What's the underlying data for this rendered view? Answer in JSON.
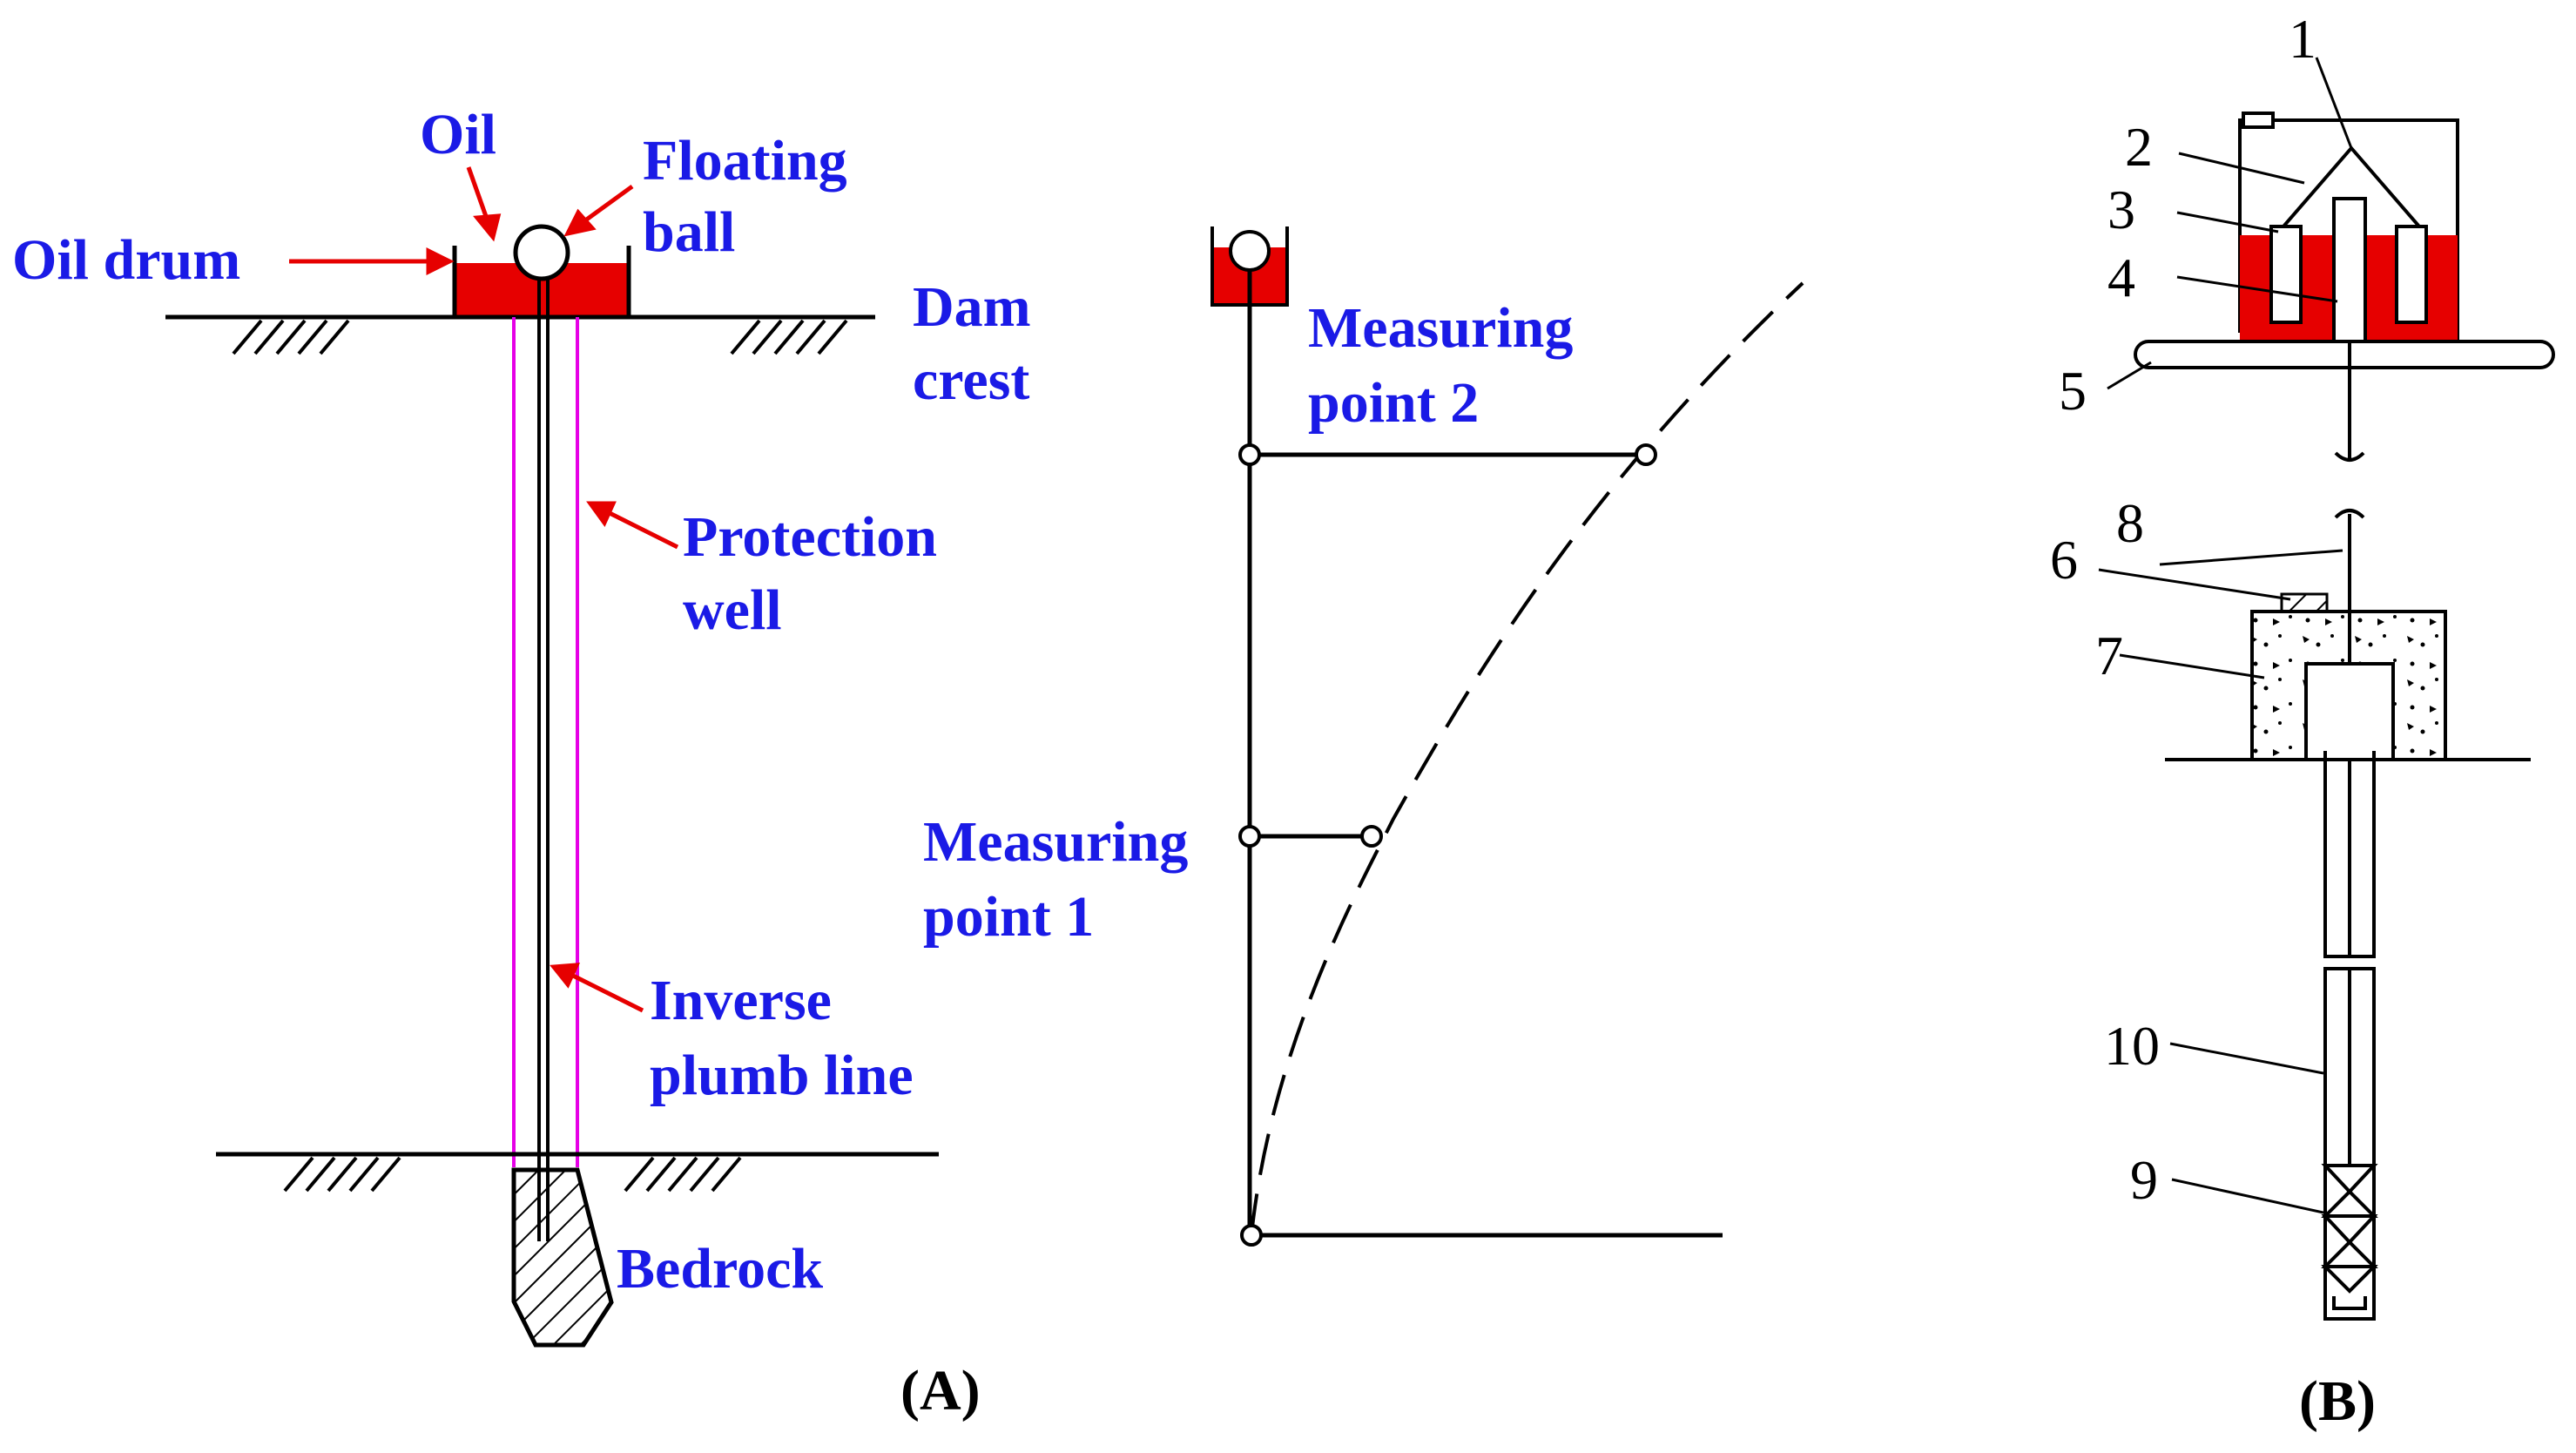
{
  "panel_a": {
    "caption": "(A)",
    "labels": {
      "oil": "Oil",
      "floating_ball_1": "Floating",
      "floating_ball_2": "ball",
      "oil_drum": "Oil drum",
      "dam_crest_1": "Dam",
      "dam_crest_2": "crest",
      "protection_well_1": "Protection",
      "protection_well_2": "well",
      "inverse_plumb_line_1": "Inverse",
      "inverse_plumb_line_2": "plumb line",
      "bedrock": "Bedrock",
      "measuring_point_2_1": "Measuring",
      "measuring_point_2_2": "point 2",
      "measuring_point_1_1": "Measuring",
      "measuring_point_1_2": "point 1"
    }
  },
  "panel_b": {
    "caption": "(B)",
    "numbers": [
      "1",
      "2",
      "3",
      "4",
      "5",
      "6",
      "7",
      "8",
      "9",
      "10"
    ]
  },
  "colors": {
    "label_blue": "#1a1ae6",
    "oil_red": "#e60000",
    "arrow_red": "#e60000",
    "well_magenta": "#e600e6",
    "line_black": "#000000"
  }
}
